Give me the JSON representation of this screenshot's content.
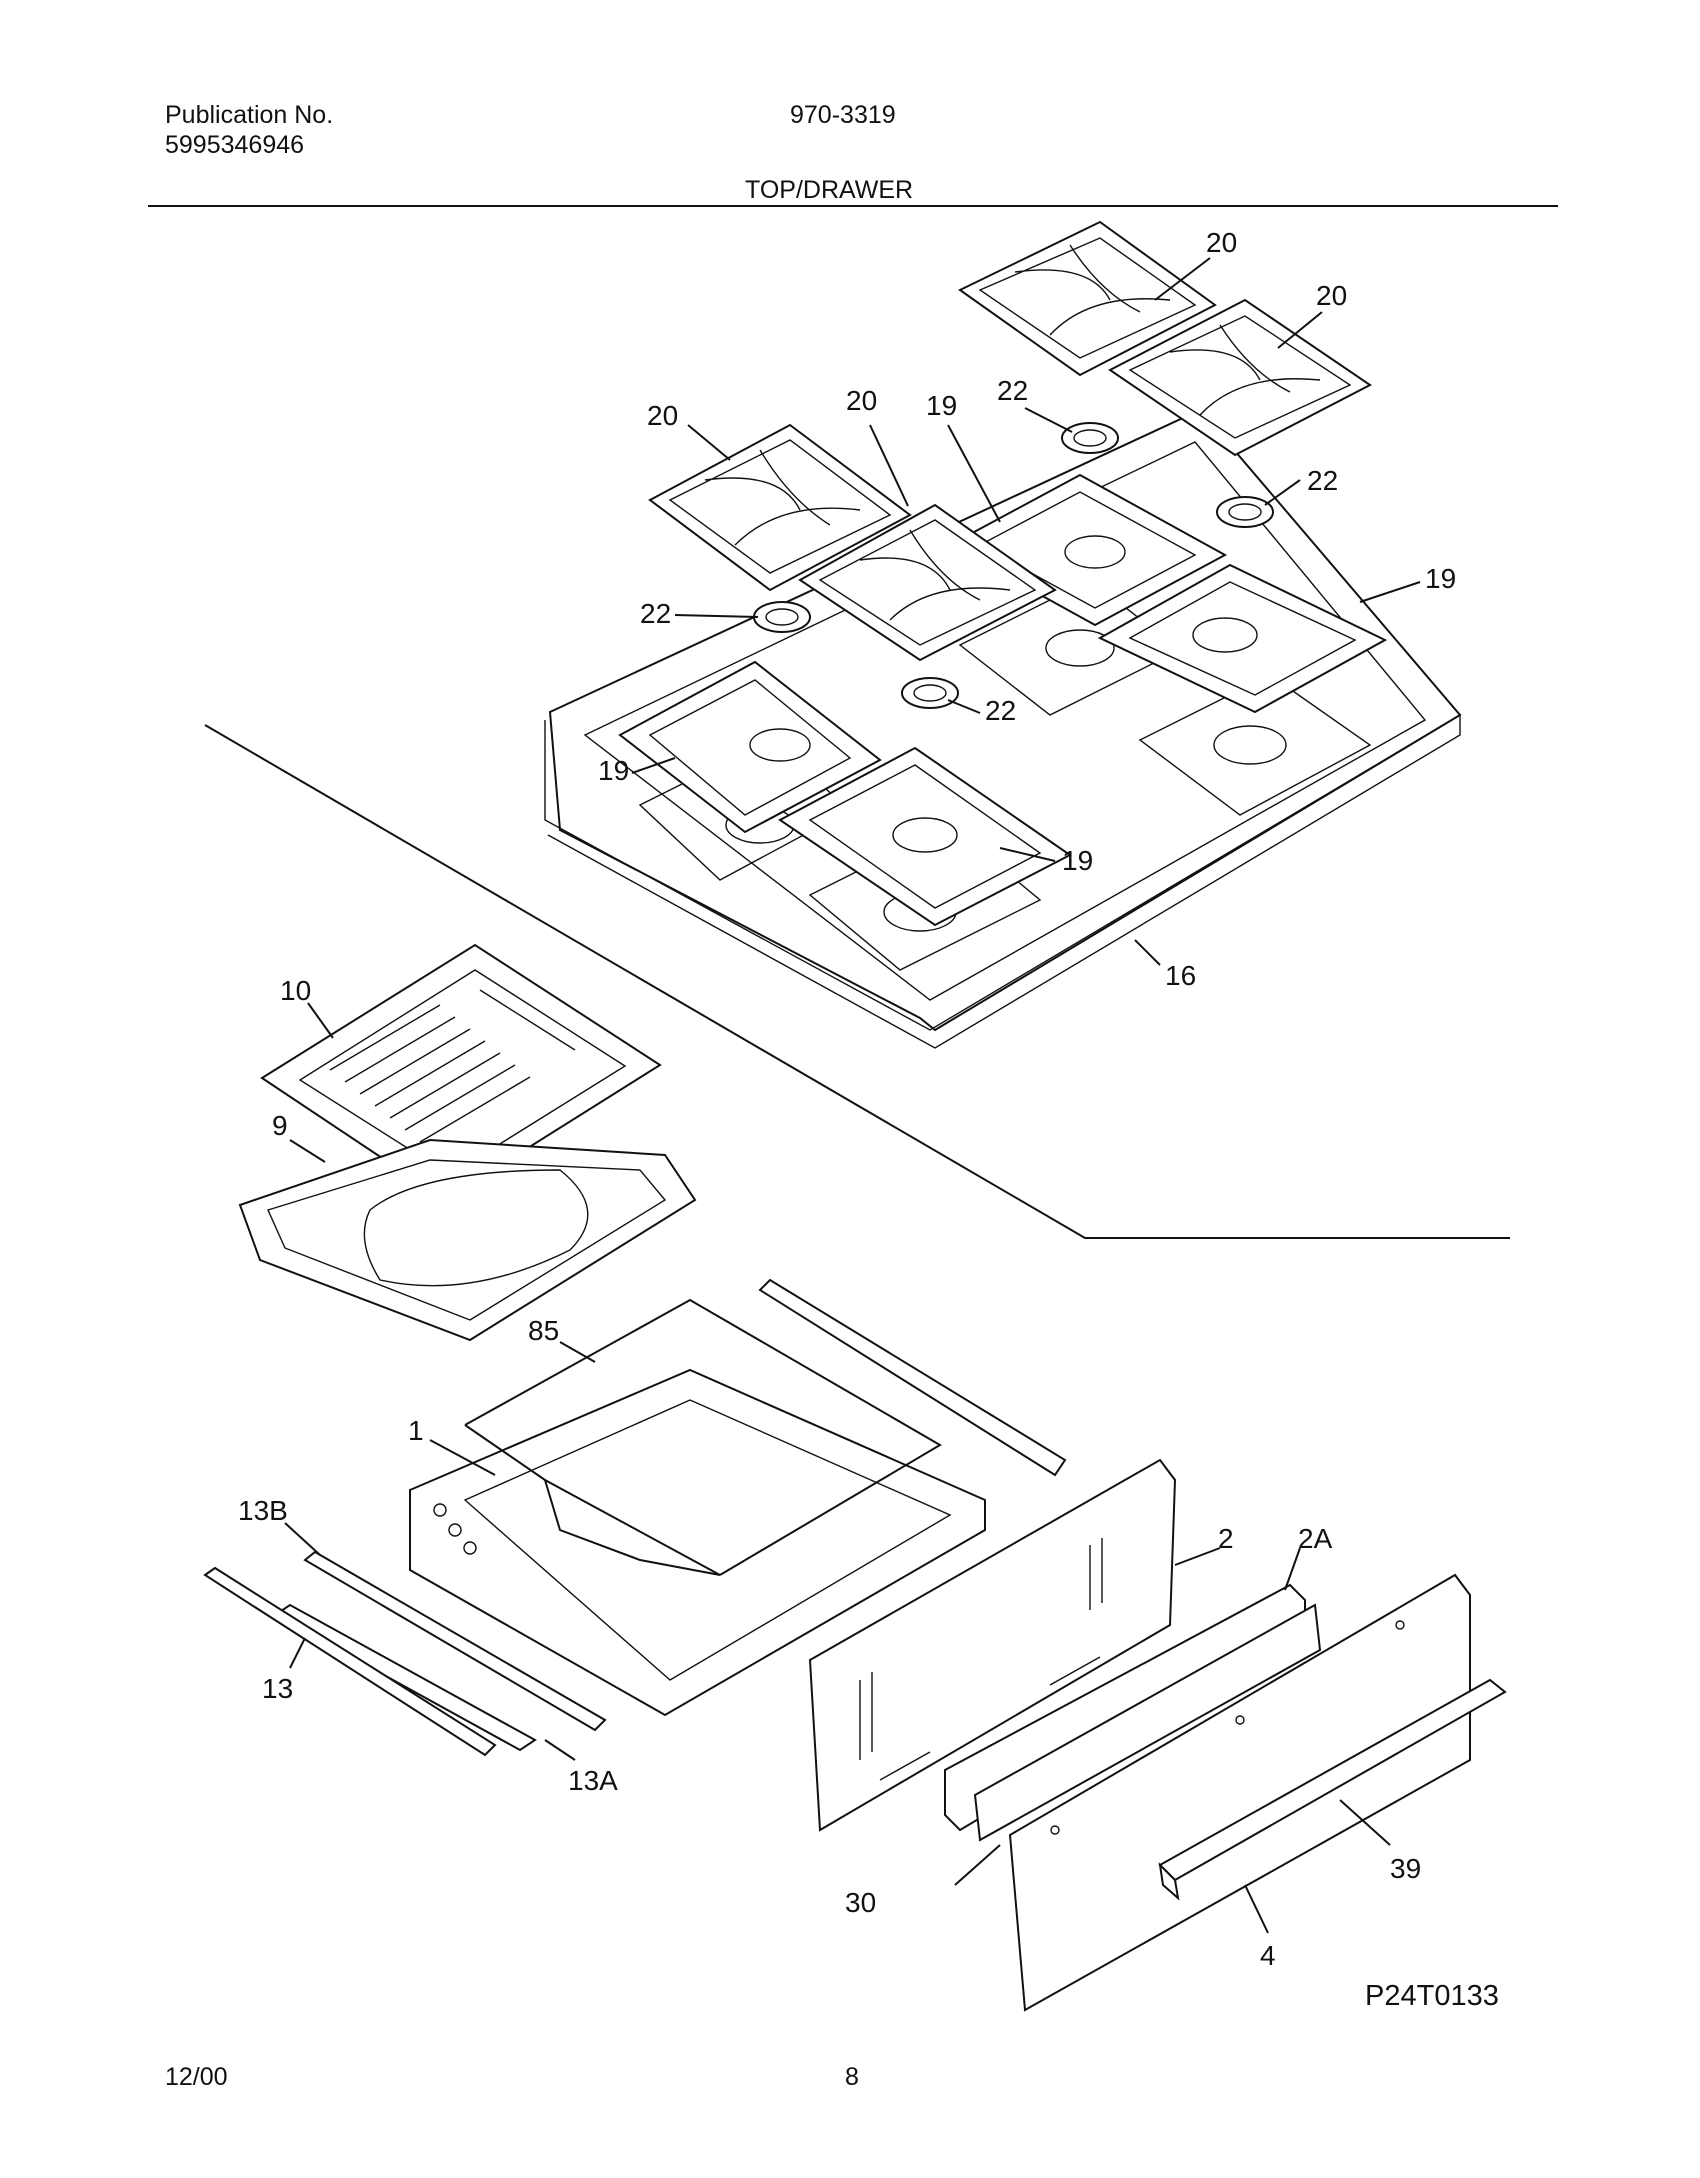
{
  "header": {
    "publication_label": "Publication No.",
    "publication_number": "5995346946",
    "model_code": "970-3319",
    "section_title": "TOP/DRAWER"
  },
  "diagram": {
    "image_code": "P24T0133",
    "callouts": {
      "grate_1": "20",
      "grate_2": "20",
      "grate_3": "20",
      "grate_4": "20",
      "drip_pan_1": "19",
      "drip_pan_2": "19",
      "drip_pan_3": "19",
      "drip_pan_4": "19",
      "burner_ring_1": "22",
      "burner_ring_2": "22",
      "burner_ring_3": "22",
      "burner_ring_4": "22",
      "cooktop": "16",
      "broiler_grid": "10",
      "broiler_pan": "9",
      "drawer_rack": "85",
      "drawer_body": "1",
      "slide_rail_13b": "13B",
      "slide_rail_13": "13",
      "slide_rail_13a": "13A",
      "drawer_front_panel": "2",
      "drawer_front_trim": "2A",
      "drawer_spacer": "30",
      "drawer_handle": "39",
      "drawer_outer_panel": "4"
    }
  },
  "footer": {
    "date": "12/00",
    "page_number": "8"
  }
}
